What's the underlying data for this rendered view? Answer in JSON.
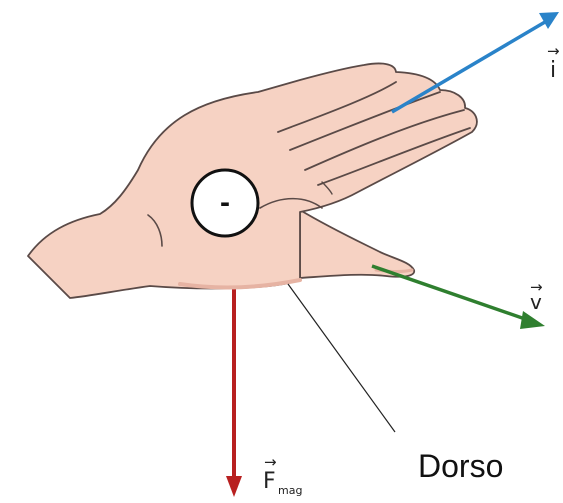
{
  "labels": {
    "current_symbol": "i",
    "velocity_symbol": "v",
    "force_symbol": "F",
    "force_subscript": "mag",
    "vector_arrow": "→",
    "charge_sign": "-",
    "callout": "Dorso"
  },
  "colors": {
    "current_arrow": "#2a83c9",
    "velocity_arrow": "#2f7f2f",
    "force_arrow": "#b82020",
    "skin": "#f6d2c3",
    "skin_shadow": "#e6b3a3",
    "outline": "#5a4a47"
  }
}
